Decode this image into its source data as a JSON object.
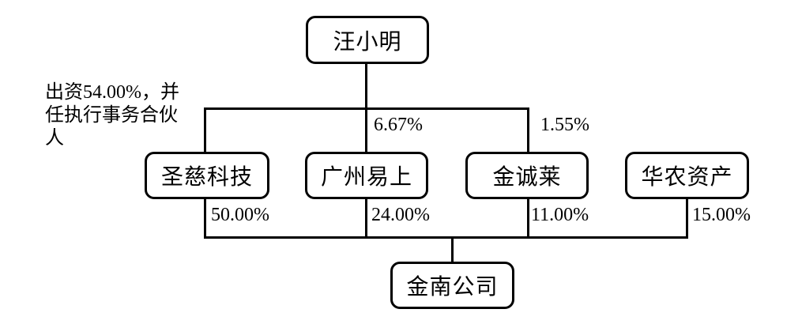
{
  "diagram": {
    "type": "equity-structure",
    "nodes": {
      "owner": "汪小明",
      "shengci": "圣慈科技",
      "guangzhou": "广州易上",
      "jincheng": "金诚莱",
      "huanong": "华农资产",
      "jinnan": "金南公司"
    },
    "note": {
      "lines": [
        "出资54.00%，并",
        "任执行事务合伙",
        "人"
      ]
    },
    "edges": [
      {
        "from": "汪小明",
        "to": "圣慈科技",
        "label": "出资54.00%，并任执行事务合伙人"
      },
      {
        "from": "汪小明",
        "to": "广州易上",
        "label": "6.67%"
      },
      {
        "from": "汪小明",
        "to": "金诚莱",
        "label": "1.55%"
      },
      {
        "from": "圣慈科技",
        "to": "金南公司",
        "label": "50.00%"
      },
      {
        "from": "广州易上",
        "to": "金南公司",
        "label": "24.00%"
      },
      {
        "from": "金诚莱",
        "to": "金南公司",
        "label": "11.00%"
      },
      {
        "from": "华农资产",
        "to": "金南公司",
        "label": "15.00%"
      }
    ],
    "colors": {
      "line": "#000000",
      "text": "#000000",
      "background": "#ffffff"
    }
  }
}
